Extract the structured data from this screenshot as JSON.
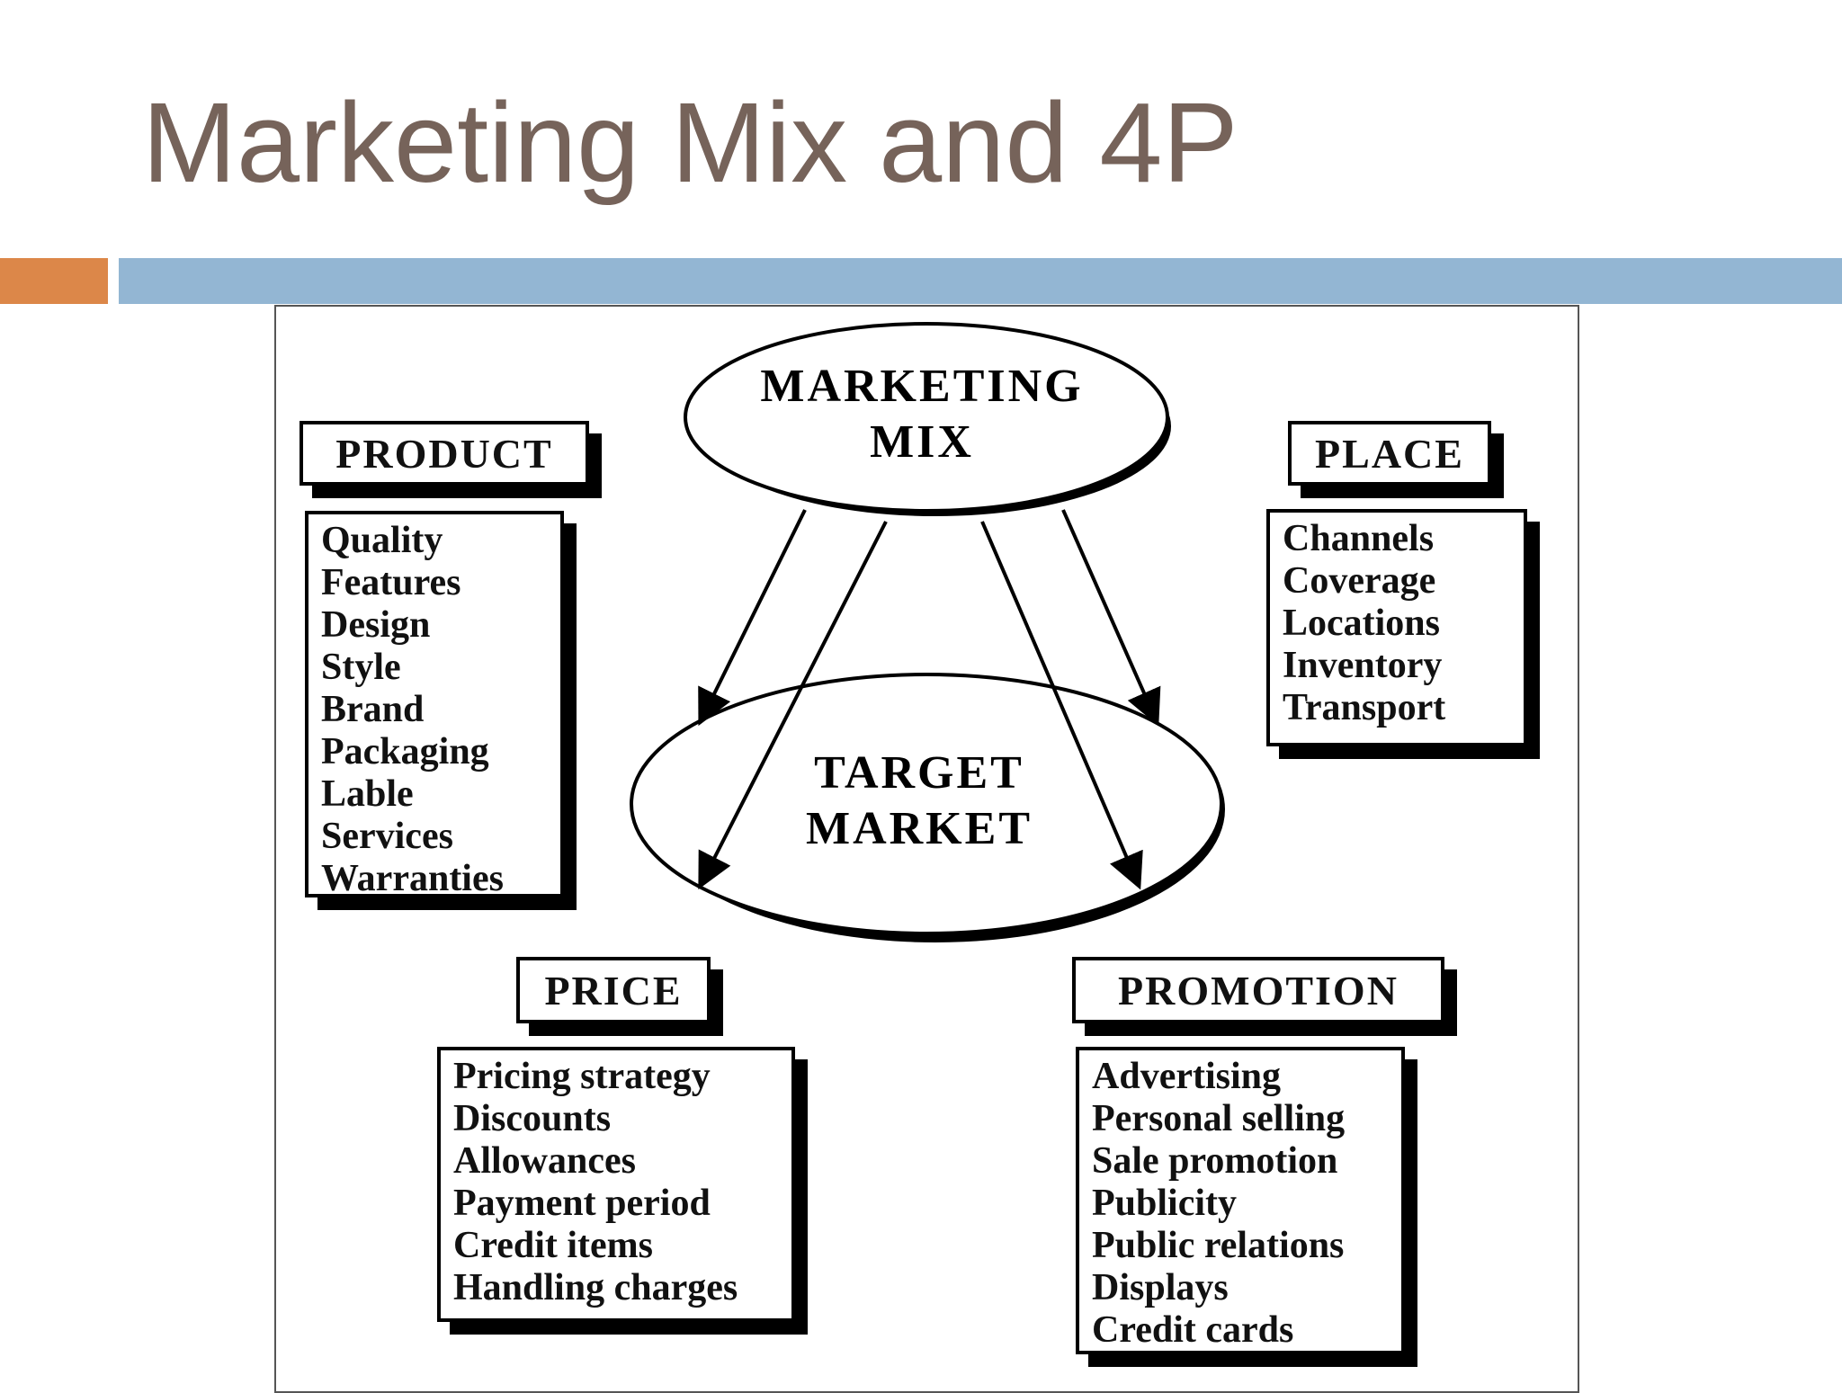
{
  "slide": {
    "title": "Marketing Mix and 4P"
  },
  "diagram": {
    "marketing_mix": {
      "line1": "MARKETING",
      "line2": "MIX"
    },
    "target_market": {
      "line1": "TARGET",
      "line2": "MARKET"
    },
    "product": {
      "heading": "PRODUCT",
      "items": [
        "Quality",
        "Features",
        "Design",
        "Style",
        "Brand",
        "Packaging",
        "Lable",
        "Services",
        "Warranties"
      ]
    },
    "place": {
      "heading": "PLACE",
      "items": [
        "Channels",
        "Coverage",
        "Locations",
        "Inventory",
        "Transport"
      ]
    },
    "price": {
      "heading": "PRICE",
      "items": [
        "Pricing strategy",
        "Discounts",
        "Allowances",
        "Payment period",
        "Credit items",
        "Handling charges"
      ]
    },
    "promotion": {
      "heading": "PROMOTION",
      "items": [
        "Advertising",
        "Personal selling",
        "Sale promotion",
        "Publicity",
        "Public relations",
        "Displays",
        "Credit cards"
      ]
    }
  }
}
